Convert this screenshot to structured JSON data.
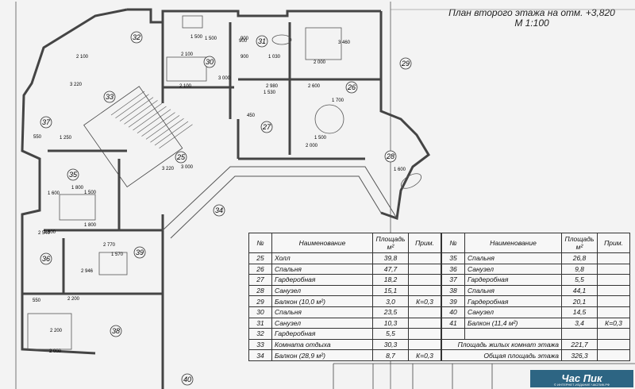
{
  "title": {
    "line1": "План второго этажа на отм. +3,820",
    "line2": "М 1:100"
  },
  "rooms": [
    {
      "n": "25"
    },
    {
      "n": "26"
    },
    {
      "n": "27"
    },
    {
      "n": "28"
    },
    {
      "n": "29"
    },
    {
      "n": "30"
    },
    {
      "n": "31"
    },
    {
      "n": "32"
    },
    {
      "n": "33"
    },
    {
      "n": "34"
    },
    {
      "n": "35"
    },
    {
      "n": "36"
    },
    {
      "n": "37"
    },
    {
      "n": "38"
    },
    {
      "n": "39"
    },
    {
      "n": "40"
    }
  ],
  "dims": [
    "1 500",
    "2 100",
    "900",
    "1 030",
    "900",
    "2 000",
    "3 460",
    "2 100",
    "2 600",
    "3 000",
    "2 980",
    "1 530",
    "1 700",
    "1 500",
    "1 600",
    "1 800",
    "2 770",
    "1 570",
    "2 200",
    "2 000",
    "1 600",
    "1 250",
    "550",
    "1 800",
    "2 540",
    "3 220",
    "2 946",
    "450",
    "900",
    "2 100",
    "3 220",
    "3 000",
    "2 000",
    "1 500",
    "1 500",
    "2 200",
    "550",
    "1 800"
  ],
  "table": {
    "headers": {
      "num": "№",
      "name": "Наименование",
      "area": "Площадь м²",
      "prim": "Прим."
    },
    "left": [
      {
        "num": "25",
        "name": "Холл",
        "area": "39,8",
        "prim": ""
      },
      {
        "num": "26",
        "name": "Спальня",
        "area": "47,7",
        "prim": ""
      },
      {
        "num": "27",
        "name": "Гардеробная",
        "area": "18,2",
        "prim": ""
      },
      {
        "num": "28",
        "name": "Санузел",
        "area": "15,1",
        "prim": ""
      },
      {
        "num": "29",
        "name": "Балкон (10,0 м²)",
        "area": "3,0",
        "prim": "К=0,3"
      },
      {
        "num": "30",
        "name": "Спальня",
        "area": "23,5",
        "prim": ""
      },
      {
        "num": "31",
        "name": "Санузел",
        "area": "10,3",
        "prim": ""
      },
      {
        "num": "32",
        "name": "Гардеробная",
        "area": "5,5",
        "prim": ""
      },
      {
        "num": "33",
        "name": "Комната отдыха",
        "area": "30,3",
        "prim": ""
      },
      {
        "num": "34",
        "name": "Балкон (28,9 м²)",
        "area": "8,7",
        "prim": "К=0,3"
      }
    ],
    "right": [
      {
        "num": "35",
        "name": "Спальня",
        "area": "26,8",
        "prim": ""
      },
      {
        "num": "36",
        "name": "Санузел",
        "area": "9,8",
        "prim": ""
      },
      {
        "num": "37",
        "name": "Гардеробная",
        "area": "5,5",
        "prim": ""
      },
      {
        "num": "38",
        "name": "Спальня",
        "area": "44,1",
        "prim": ""
      },
      {
        "num": "39",
        "name": "Гардеробная",
        "area": "20,1",
        "prim": ""
      },
      {
        "num": "40",
        "name": "Санузел",
        "area": "14,5",
        "prim": ""
      },
      {
        "num": "41",
        "name": "Балкон (11,4 м²)",
        "area": "3,4",
        "prim": "К=0,3"
      }
    ],
    "living_area_label": "Площадь жилых комнат этажа",
    "living_area": "221,7",
    "total_area_label": "Общая площадь этажа",
    "total_area": "326,3"
  },
  "watermark": {
    "brand": "Час Пик",
    "sub": "© ИНТЕРНЕТ-ИЗДАНИЕ ЧАСПИК.РФ"
  },
  "colors": {
    "wall": "#444444",
    "line": "#333333",
    "paper": "#f3f3f3"
  }
}
